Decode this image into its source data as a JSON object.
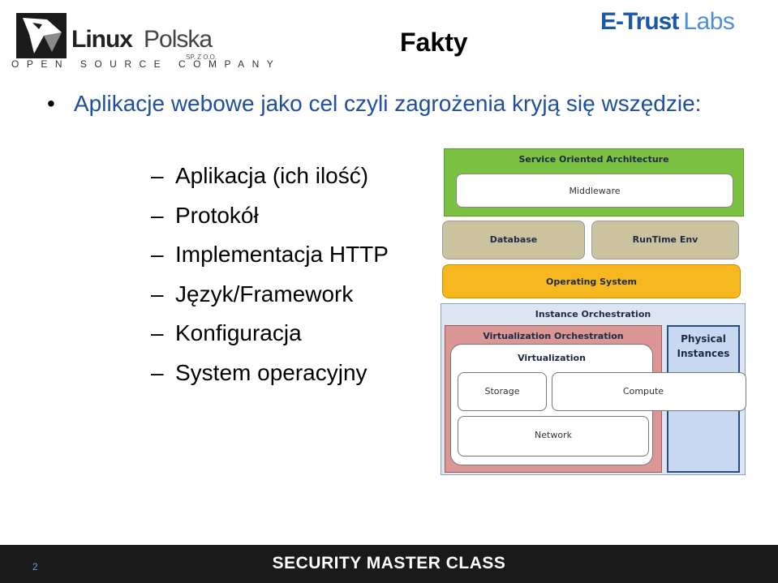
{
  "header": {
    "logo_left": {
      "linux": "Linux",
      "polska": "Polska",
      "sp": "SP. Z O.O.",
      "tagline": "OPEN SOURCE COMPANY"
    },
    "logo_right": {
      "bold": "E-Trust",
      "light": "Labs"
    },
    "slide_title": "Fakty"
  },
  "content": {
    "bullet": "Aplikacje webowe jako cel czyli zagrożenia kryją się wszędzie:",
    "bullet_marker": "•",
    "sub_marker": "–",
    "subitems": [
      "Aplikacja (ich ilość)",
      "Protokół",
      "Implementacja HTTP",
      "Język/Framework",
      "Konfiguracja",
      "System operacyjny"
    ]
  },
  "diagram": {
    "soa": "Service Oriented Architecture",
    "middleware": "Middleware",
    "database": "Database",
    "runtime": "RunTime Env",
    "os": "Operating System",
    "instance_orch": "Instance Orchestration",
    "virt_orch": "Virtualization Orchestration",
    "virtualization": "Virtualization",
    "storage": "Storage",
    "compute": "Compute",
    "network": "Network",
    "physical_line1": "Physical",
    "physical_line2": "Instances",
    "colors": {
      "soa_green": "#7cc242",
      "tan": "#cbc3a0",
      "os_yellow": "#f7b81f",
      "instance_blue": "#dce6f2",
      "virt_red": "#d99694",
      "physical_blue": "#c6d9f1"
    }
  },
  "footer": {
    "title": "SECURITY MASTER CLASS",
    "page_number": "2"
  }
}
